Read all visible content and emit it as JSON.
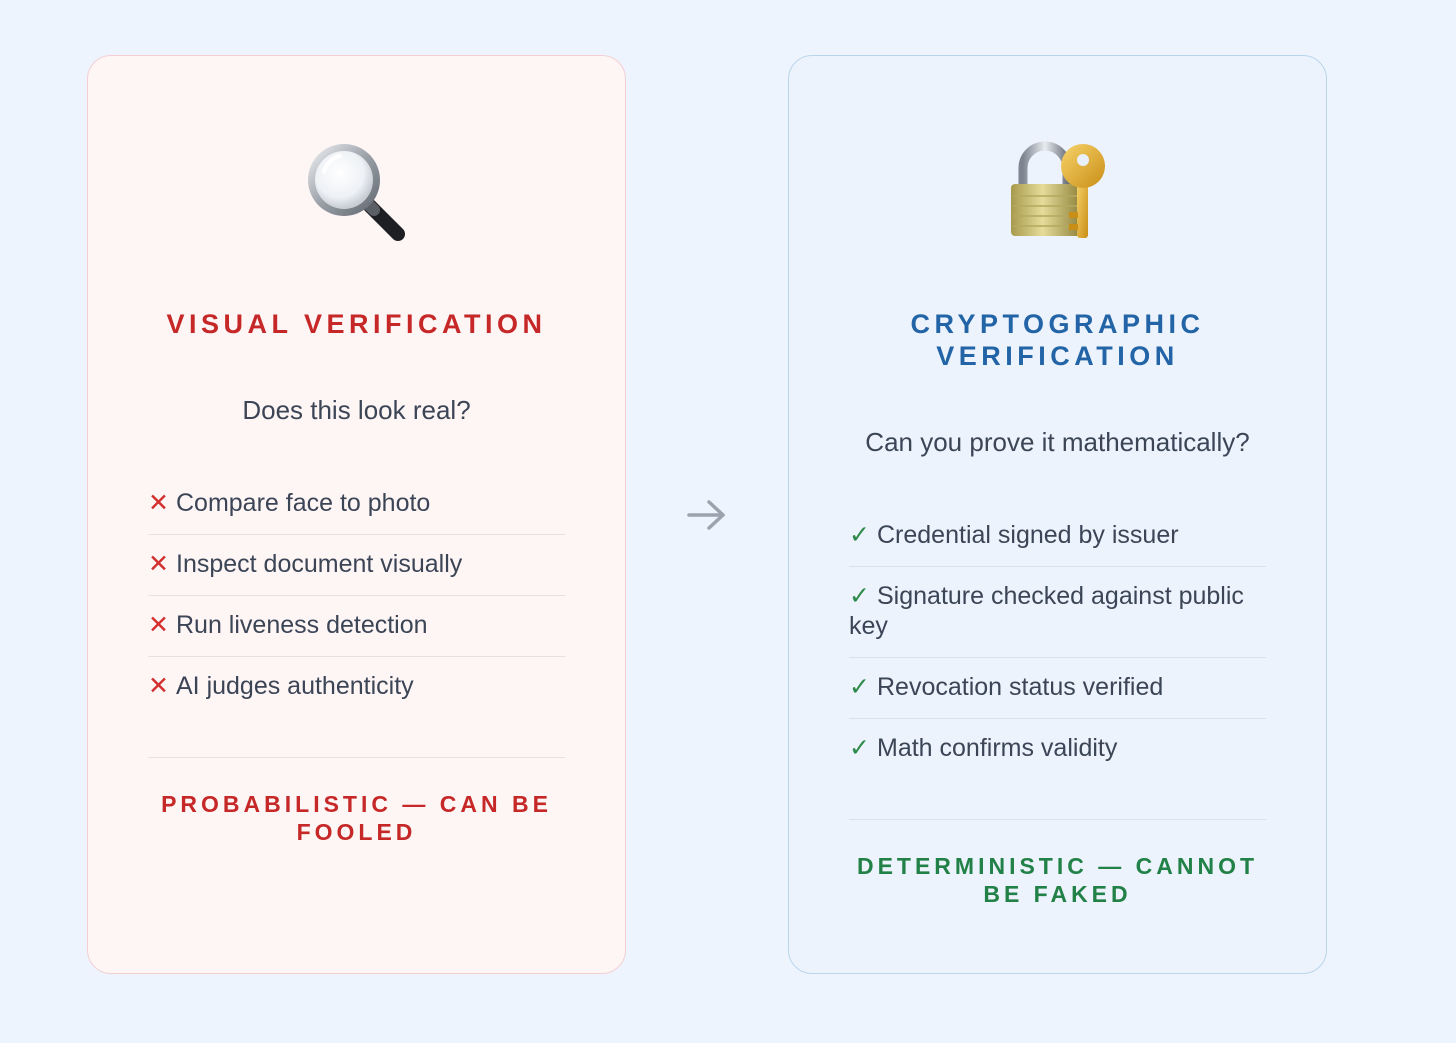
{
  "left_card": {
    "icon": "magnifying-glass-icon",
    "title": "VISUAL VERIFICATION",
    "question": "Does this look real?",
    "items": [
      "Compare face to photo",
      "Inspect document visually",
      "Run liveness detection",
      "AI judges authenticity"
    ],
    "item_mark": "✕",
    "verdict": "PROBABILISTIC — CAN BE FOOLED",
    "accent_color": "#c62828",
    "background_color": "#fef5f5"
  },
  "arrow": {
    "icon": "right-arrow-icon",
    "color": "#9aa3ae"
  },
  "right_card": {
    "icon": "lock-with-key-icon",
    "title": "CRYPTOGRAPHIC VERIFICATION",
    "question": "Can you prove it mathematically?",
    "items": [
      "Credential signed by issuer",
      "Signature checked against public key",
      "Revocation status verified",
      "Math confirms validity"
    ],
    "item_mark": "✓",
    "verdict": "DETERMINISTIC — CANNOT BE FAKED",
    "accent_color": "#2264a6",
    "verdict_color": "#228147",
    "background_color": "#ecf3fd"
  }
}
